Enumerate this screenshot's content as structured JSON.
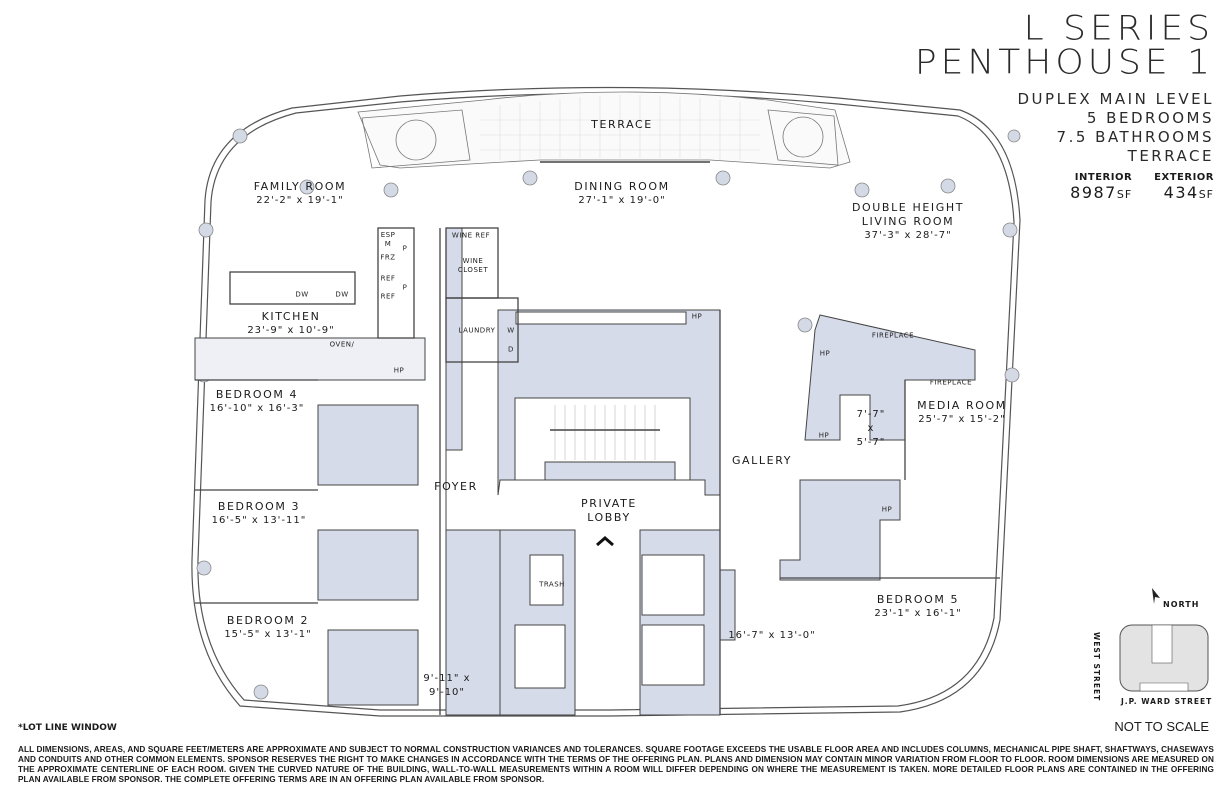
{
  "header": {
    "title_line1": "L SERIES",
    "title_line2": "PENTHOUSE 1",
    "subtitle_lines": [
      "DUPLEX MAIN LEVEL",
      "5 BEDROOMS",
      "7.5 BATHROOMS",
      "TERRACE"
    ]
  },
  "areas": {
    "interior": {
      "label": "INTERIOR",
      "value": "8987",
      "unit": "SF"
    },
    "exterior": {
      "label": "EXTERIOR",
      "value": "434",
      "unit": "SF"
    }
  },
  "rooms": [
    {
      "name": "TERRACE",
      "dims": ""
    },
    {
      "name": "FAMILY ROOM",
      "dims": "22'-2\" x 19'-1\""
    },
    {
      "name": "DINING ROOM",
      "dims": "27'-1\" x 19'-0\""
    },
    {
      "name": "DOUBLE HEIGHT",
      "name2": "LIVING ROOM",
      "dims": "37'-3\" x 28'-7\""
    },
    {
      "name": "KITCHEN",
      "dims": "23'-9\" x 10'-9\""
    },
    {
      "name": "BEDROOM 4",
      "dims": "16'-10\" x 16'-3\""
    },
    {
      "name": "BEDROOM 3",
      "dims": "16'-5\" x 13'-11\""
    },
    {
      "name": "BEDROOM 2",
      "dims": "15'-5\" x 13'-1\""
    },
    {
      "name": "FOYER",
      "dims": ""
    },
    {
      "name": "PRIVATE",
      "name2": "LOBBY",
      "dims": ""
    },
    {
      "name": "GALLERY",
      "dims": ""
    },
    {
      "name": "MEDIA ROOM",
      "dims": "25'-7\" x 15'-2\""
    },
    {
      "name": "BEDROOM 5",
      "dims": "23'-1\" x 16'-1\""
    },
    {
      "name": "",
      "dims": "16'-7\" x 13'-0\""
    },
    {
      "name": "",
      "dims": "9'-11\" x",
      "dims2": "9'-10\""
    },
    {
      "name": "",
      "dims": "7'-7\"",
      "dims2": "x",
      "dims3": "5'-7\""
    }
  ],
  "fixtures": {
    "wine_ref": "WINE REF",
    "wine_closet_1": "WINE",
    "wine_closet_2": "CLOSET",
    "laundry": "LAUNDRY",
    "washer": "W",
    "dryer": "D",
    "esp": "ESP",
    "esp_m": "M",
    "frz": "FRZ",
    "ref": "REF",
    "pantry": "P",
    "dw": "DW",
    "oven": "OVEN/",
    "hp": "HP",
    "fireplace": "FIREPLACE",
    "trash": "TRASH"
  },
  "legend": {
    "north": "NORTH",
    "west_street": "WEST STREET",
    "jp_ward_street": "J.P. WARD STREET"
  },
  "footer": {
    "lot_line": "*LOT LINE WINDOW",
    "not_to_scale": "NOT TO SCALE",
    "disclaimer": "ALL DIMENSIONS, AREAS, AND SQUARE FEET/METERS ARE APPROXIMATE AND SUBJECT TO NORMAL CONSTRUCTION VARIANCES AND TOLERANCES. SQUARE FOOTAGE EXCEEDS THE USABLE FLOOR AREA AND INCLUDES COLUMNS, MECHANICAL PIPE SHAFT, SHAFTWAYS, CHASEWAYS AND CONDUITS AND OTHER COMMON ELEMENTS. SPONSOR RESERVES THE RIGHT TO MAKE CHANGES IN ACCORDANCE WITH THE TERMS OF THE OFFERING PLAN. PLANS AND DIMENSION MAY CONTAIN MINOR VARIATION FROM FLOOR TO FLOOR. ROOM DIMENSIONS ARE MEASURED ON THE APPROXIMATE CENTERLINE OF EACH ROOM. GIVEN THE CURVED NATURE OF THE BUILDING, WALL-TO-WALL MEASUREMENTS WITHIN A ROOM WILL DIFFER DEPENDING ON WHERE THE MEASUREMENT IS TAKEN. MORE DETAILED FLOOR PLANS ARE CONTAINED IN THE OFFERING PLAN AVAILABLE FROM SPONSOR. THE COMPLETE OFFERING TERMS ARE IN AN OFFERING PLAN AVAILABLE FROM SPONSOR."
  },
  "colors": {
    "core_fill": "#d6dbe9",
    "wall": "#444444",
    "column": "#cfd4e2",
    "line": "#888888"
  }
}
